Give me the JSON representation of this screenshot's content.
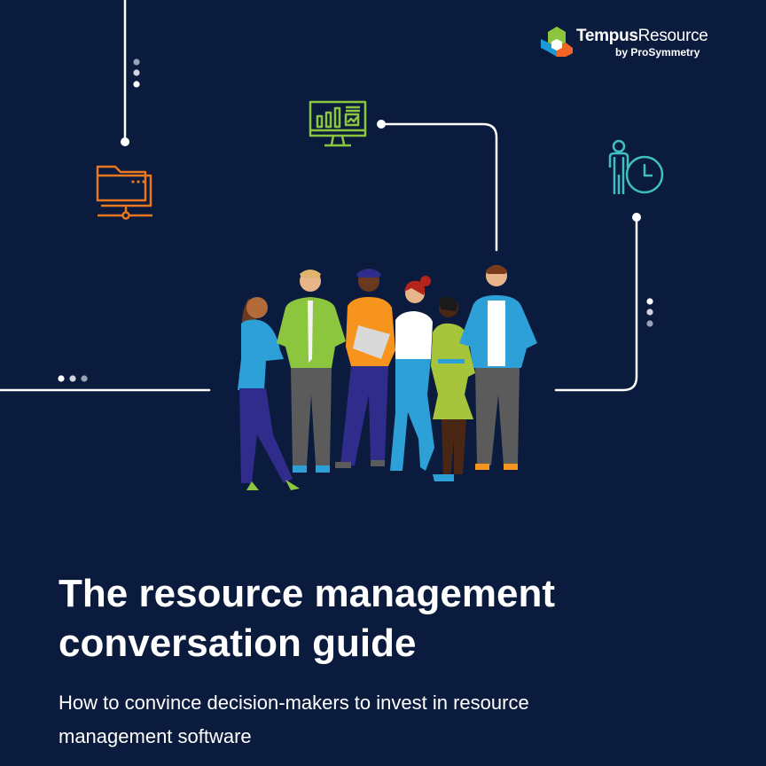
{
  "brand": {
    "name_bold": "Tempus",
    "name_regular": "Resource",
    "byline": "by ProSymmetry",
    "colors": {
      "green": "#8cc63f",
      "orange": "#f26522",
      "blue": "#1c9ad6",
      "cyan": "#3fbfc1"
    }
  },
  "cover": {
    "title_line1": "The resource management",
    "title_line2": "conversation guide",
    "subtitle_line1": "How to convince decision-makers to invest in resource",
    "subtitle_line2": "management software"
  },
  "icons": [
    "folder-network-icon",
    "chart-monitor-icon",
    "person-clock-icon",
    "team-illustration"
  ],
  "colors": {
    "background": "#0b1b3d",
    "line": "#ffffff",
    "folder_orange": "#e87722",
    "monitor_green": "#8cc63f",
    "clock_teal": "#3fbfc1"
  }
}
